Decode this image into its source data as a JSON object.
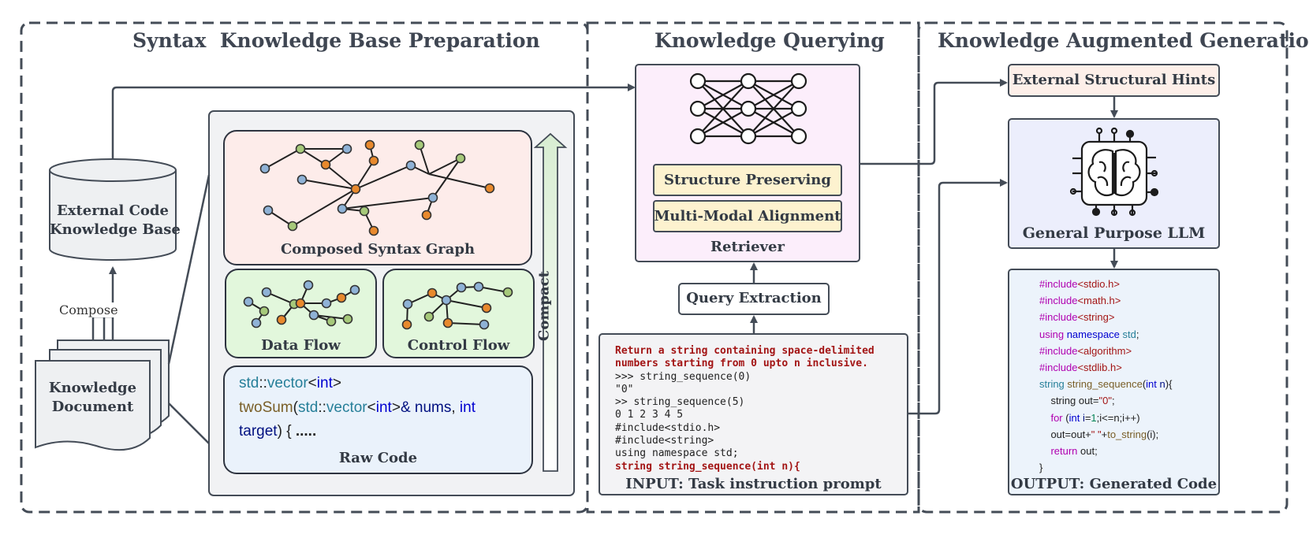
{
  "sections": {
    "prep": "Syntax  Knowledge Base Preparation",
    "query": "Knowledge Querying",
    "gen": "Knowledge Augmented Generation"
  },
  "left": {
    "kb_line1": "External Code",
    "kb_line2": "Knowledge Base",
    "compose_label": "Compose",
    "doc_line1": "Knowledge",
    "doc_line2": "Document",
    "graph_label": "Composed Syntax Graph",
    "dataflow_label": "Data Flow",
    "controlflow_label": "Control Flow",
    "compact_label": "Compact",
    "rawcode_label": "Raw Code",
    "rawcode_lines": [
      [
        [
          "teal",
          "std"
        ],
        [
          "plain",
          "::"
        ],
        [
          "teal",
          "vector"
        ],
        [
          "plain",
          "<"
        ],
        [
          "blue",
          "int"
        ],
        [
          "plain",
          ">"
        ]
      ],
      [
        [
          "olive",
          "twoSum"
        ],
        [
          "plain",
          "("
        ],
        [
          "teal",
          "std"
        ],
        [
          "plain",
          "::"
        ],
        [
          "teal",
          "vector"
        ],
        [
          "plain",
          "<"
        ],
        [
          "blue",
          "int"
        ],
        [
          "plain",
          ">"
        ],
        [
          "navy",
          "& nums"
        ],
        [
          "plain",
          ", "
        ],
        [
          "blue",
          "int"
        ]
      ],
      [
        [
          "navy",
          "target"
        ],
        [
          "plain",
          ") { "
        ],
        [
          "bold",
          "....."
        ]
      ]
    ]
  },
  "middle": {
    "structure_label": "Structure Preserving",
    "multimodal_label": "Multi-Modal Alignment",
    "retriever_label": "Retriever",
    "query_extraction_label": "Query Extraction",
    "input_label": "INPUT: Task instruction prompt",
    "input_lines": [
      {
        "style": "red",
        "text": "Return a string containing space-delimited"
      },
      {
        "style": "red",
        "text": "numbers starting from 0 upto n inclusive."
      },
      {
        "style": "plain",
        "text": ">>> string_sequence(0)"
      },
      {
        "style": "plain",
        "text": "\"0\""
      },
      {
        "style": "plain",
        "text": ">> string_sequence(5)"
      },
      {
        "style": "plain",
        "text": "0 1 2 3 4 5"
      },
      {
        "style": "plain",
        "text": "#include<stdio.h>"
      },
      {
        "style": "plain",
        "text": "#include<string>"
      },
      {
        "style": "plain",
        "text": "using namespace std;"
      },
      {
        "style": "red",
        "text": "string string_sequence(int n){"
      }
    ]
  },
  "right": {
    "hints_label": "External Structural Hints",
    "llm_label": "General Purpose LLM",
    "output_label": "OUTPUT: Generated Code",
    "output_lines": [
      [
        [
          "mag",
          "#include"
        ],
        [
          "dred",
          "<stdio.h>"
        ]
      ],
      [
        [
          "mag",
          "#include"
        ],
        [
          "dred",
          "<math.h>"
        ]
      ],
      [
        [
          "mag",
          "#include"
        ],
        [
          "dred",
          "<string>"
        ]
      ],
      [
        [
          "mag",
          "using "
        ],
        [
          "blue",
          "namespace "
        ],
        [
          "teal",
          "std"
        ],
        [
          "plain",
          ";"
        ]
      ],
      [
        [
          "mag",
          "#include"
        ],
        [
          "dred",
          "<algorithm>"
        ]
      ],
      [
        [
          "mag",
          "#include"
        ],
        [
          "dred",
          "<stdlib.h>"
        ]
      ],
      [
        [
          "teal",
          "string "
        ],
        [
          "olive",
          "string_sequence"
        ],
        [
          "plain",
          "("
        ],
        [
          "blue",
          "int "
        ],
        [
          "navy",
          "n"
        ],
        [
          "plain",
          "){"
        ]
      ],
      [
        [
          "plain",
          "    string out="
        ],
        [
          "dred",
          "\"0\""
        ],
        [
          "plain",
          ";"
        ]
      ],
      [
        [
          "plain",
          "    "
        ],
        [
          "mag",
          "for "
        ],
        [
          "plain",
          "("
        ],
        [
          "blue",
          "int "
        ],
        [
          "navy",
          "i"
        ],
        [
          "plain",
          "="
        ],
        [
          "green",
          "1"
        ],
        [
          "plain",
          ";i<=n;i++)"
        ]
      ],
      [
        [
          "plain",
          "    out=out+"
        ],
        [
          "dred",
          "\" \""
        ],
        [
          "plain",
          "+"
        ],
        [
          "olive",
          "to_string"
        ],
        [
          "plain",
          "(i);"
        ]
      ],
      [
        [
          "plain",
          "    "
        ],
        [
          "mag",
          "return "
        ],
        [
          "plain",
          "out;"
        ]
      ],
      [
        [
          "plain",
          "}"
        ]
      ]
    ]
  },
  "colors": {
    "stroke": "#444c57",
    "node_blue": "#8fb2d6",
    "node_green": "#a6c97a",
    "node_orange": "#e8892d",
    "graph_bg": "#fdecea",
    "flow_bg": "#e2f7dc",
    "raw_bg": "#eaf2fb",
    "retriever_bg": "#fceefb",
    "pill_bg": "#fdf2cf",
    "hints_bg": "#fdefe9",
    "llm_bg": "#eceefc",
    "output_bg": "#ecf3fb",
    "panel_bg": "#f1f2f4"
  }
}
